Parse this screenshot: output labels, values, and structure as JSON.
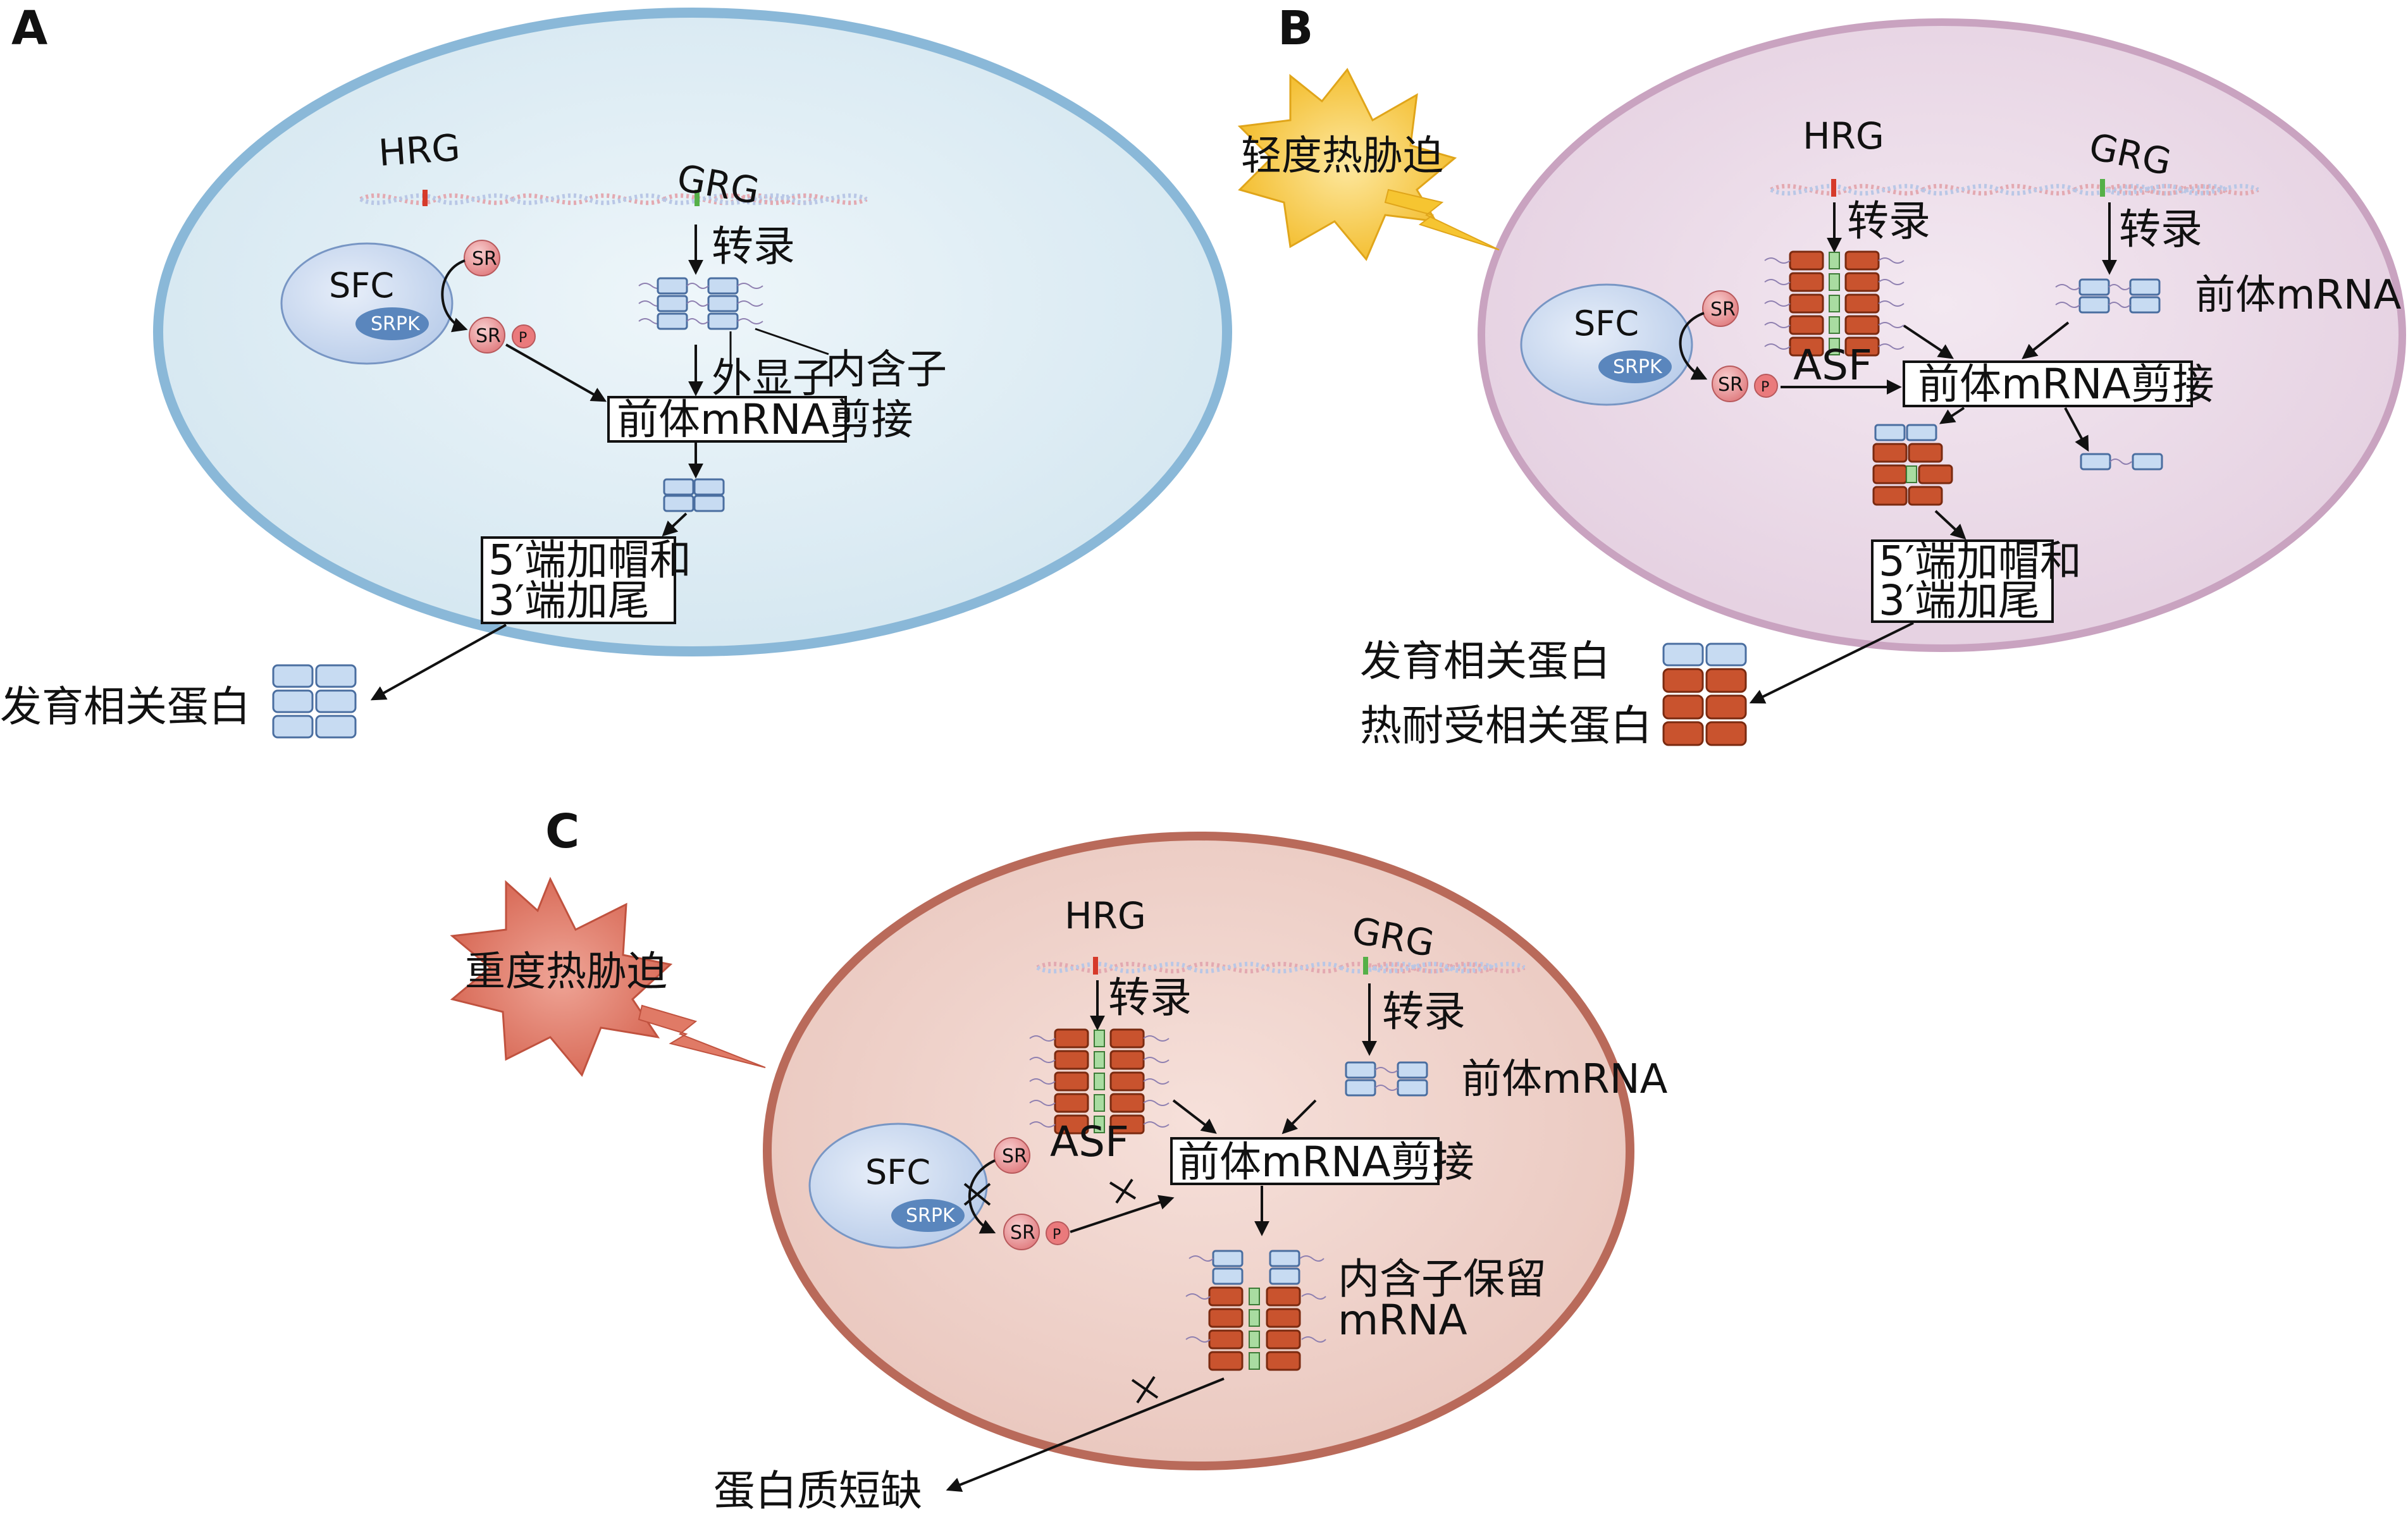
{
  "panels": {
    "A": {
      "letter": "A",
      "genes": {
        "hrg": "HRG",
        "grg": "GRG"
      },
      "sfc": "SFC",
      "srpk": "SRPK",
      "sr": "SR",
      "p": "P",
      "transcription": "转录",
      "exon": "外显子",
      "intron": "内含子",
      "splicing": "前体mRNA剪接",
      "capping_line1": "5′端加帽和",
      "capping_line2": "3′端加尾",
      "output": "发育相关蛋白"
    },
    "B": {
      "letter": "B",
      "stress": "轻度热胁迫",
      "genes": {
        "hrg": "HRG",
        "grg": "GRG"
      },
      "sfc": "SFC",
      "srpk": "SRPK",
      "sr": "SR",
      "p": "P",
      "transcription_hrg": "转录",
      "transcription_grg": "转录",
      "asf": "ASF",
      "pre_mrna": "前体mRNA",
      "splicing": "前体mRNA剪接",
      "capping_line1": "5′端加帽和",
      "capping_line2": "3′端加尾",
      "output1": "发育相关蛋白",
      "output2": "热耐受相关蛋白"
    },
    "C": {
      "letter": "C",
      "stress": "重度热胁迫",
      "genes": {
        "hrg": "HRG",
        "grg": "GRG"
      },
      "sfc": "SFC",
      "srpk": "SRPK",
      "sr": "SR",
      "p": "P",
      "transcription_hrg": "转录",
      "transcription_grg": "转录",
      "asf": "ASF",
      "pre_mrna": "前体mRNA",
      "splicing": "前体mRNA剪接",
      "retained_line1": "内含子保留",
      "retained_line2": "mRNA",
      "output": "蛋白质短缺"
    }
  },
  "colors": {
    "cell_a_fill": "#dcebf3",
    "cell_a_border": "#8ab8d8",
    "cell_b_fill": "#ecdce8",
    "cell_b_border": "#c9a3c0",
    "cell_c_fill": "#efd3cc",
    "cell_c_border": "#b96a5a",
    "exon_blue": "#c7dbf2",
    "exon_blue_border": "#4a6ea0",
    "exon_red": "#c9532e",
    "exon_red_border": "#7a2a10",
    "intron_green": "#a9dca1",
    "sr_pink": "#e9898b",
    "sfc_fill": "#c4d5ee",
    "srpk_fill": "#5a86bd",
    "mild_stress": "#f7c84a",
    "severe_stress": "#dd7a68"
  }
}
